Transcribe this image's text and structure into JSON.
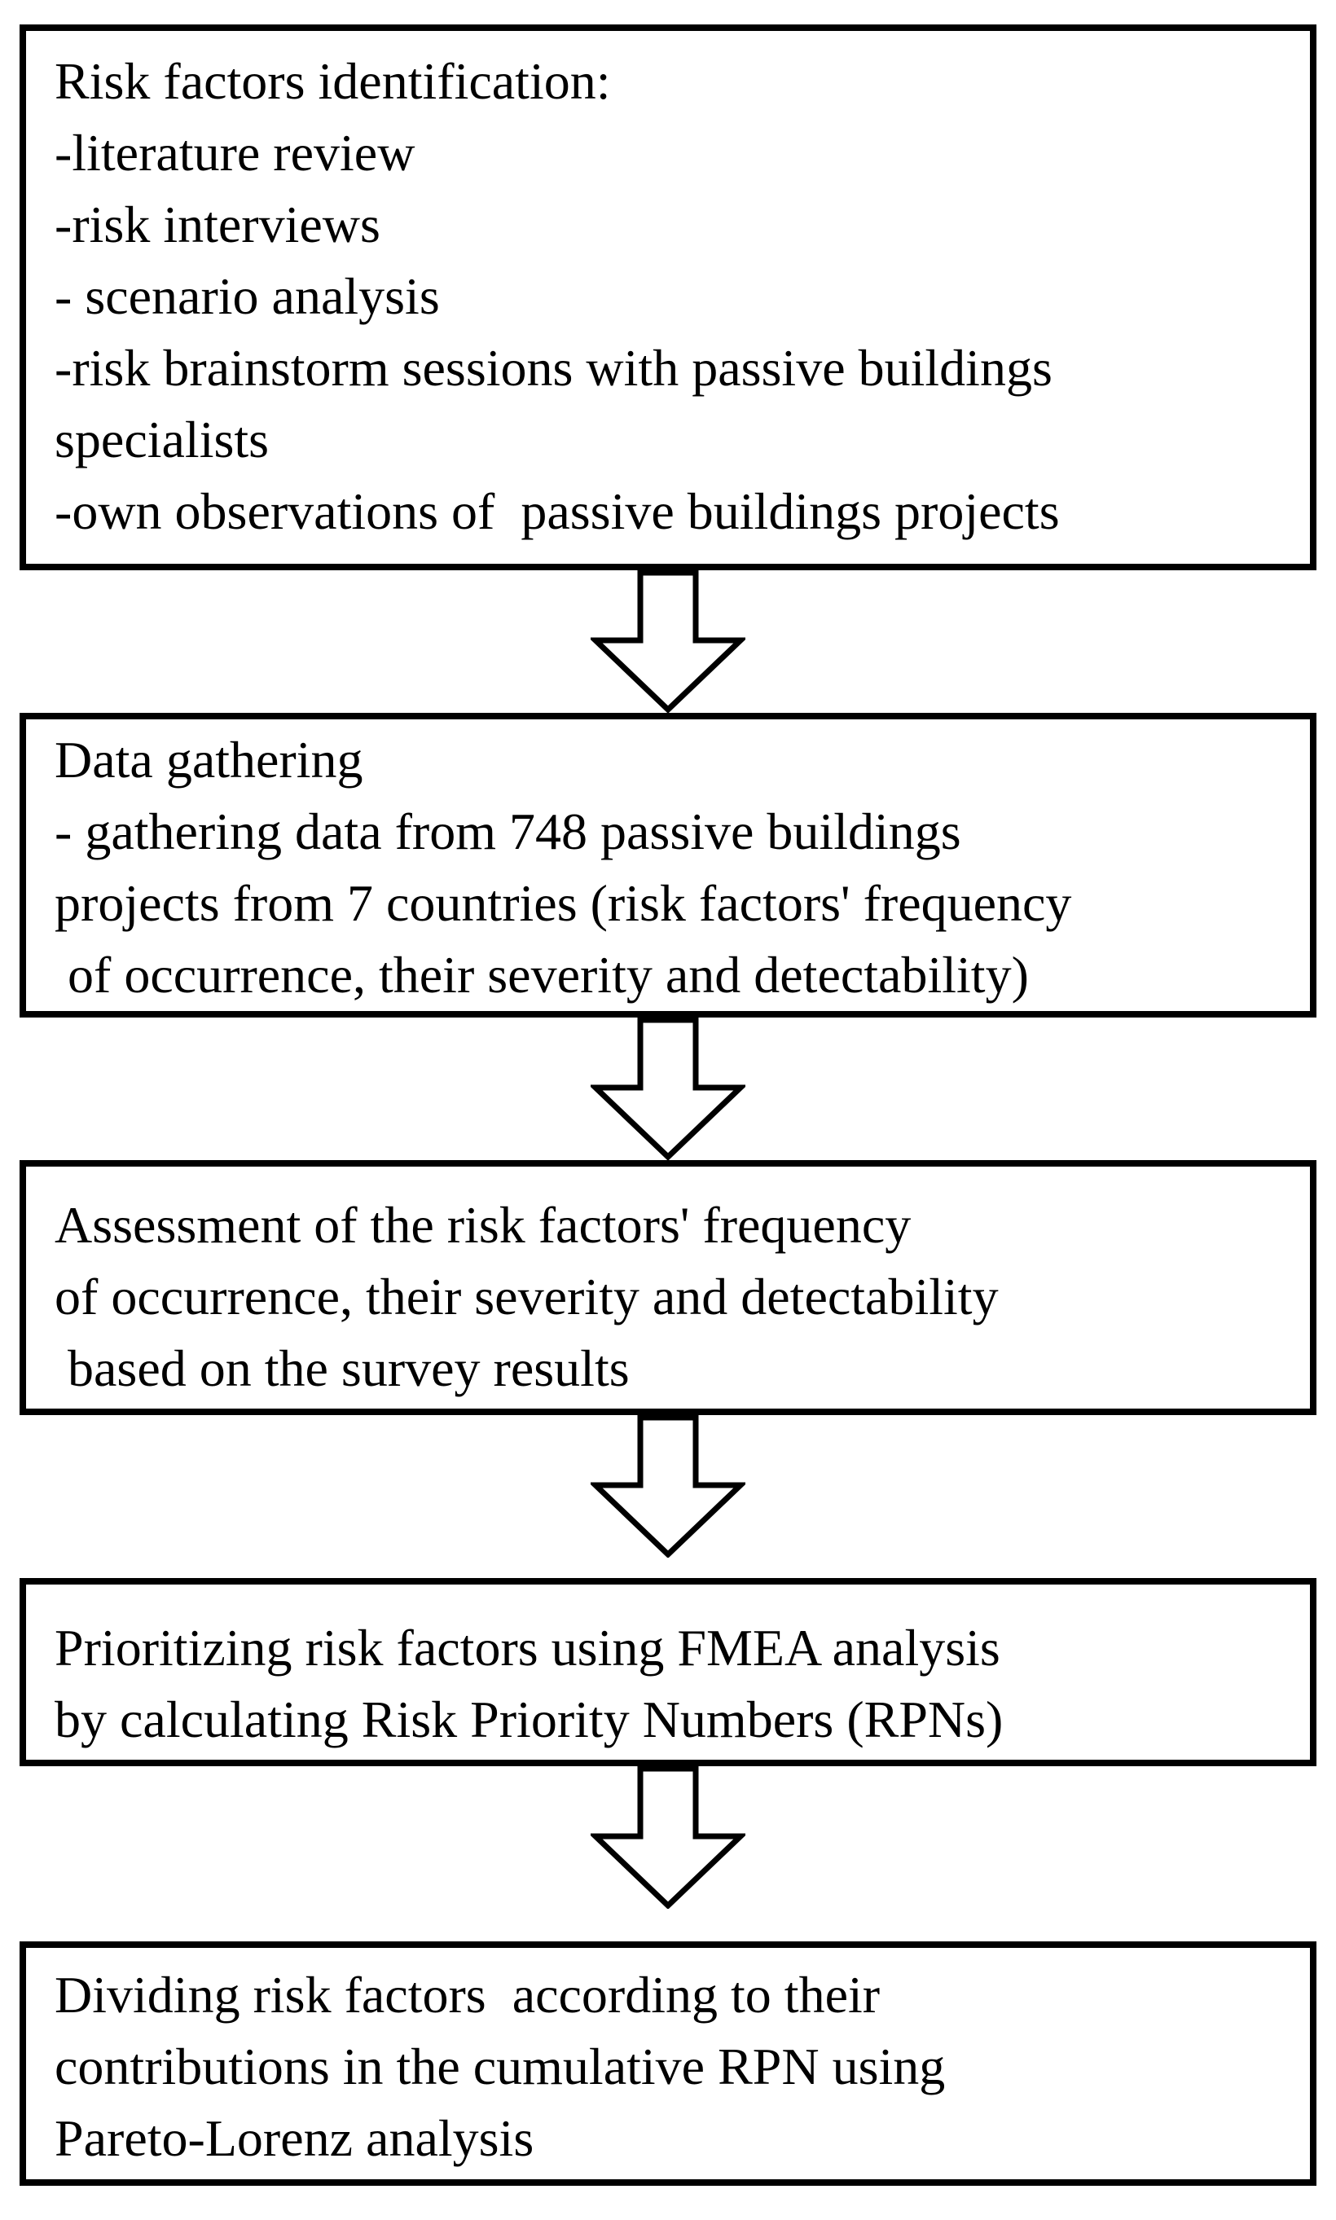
{
  "colors": {
    "background": "#ffffff",
    "box_border": "#000000",
    "text": "#000000",
    "arrow_outline": "#000000",
    "arrow_fill": "#ffffff"
  },
  "flow": {
    "connector": "down-arrow",
    "steps": [
      {
        "lines": [
          "Risk factors identification:",
          "-literature review",
          "-risk interviews",
          "- scenario analysis",
          "-risk brainstorm sessions with passive buildings",
          "specialists",
          "-own observations of  passive buildings projects"
        ]
      },
      {
        "lines": [
          "Data gathering",
          "- gathering data from 748 passive buildings",
          "projects from 7 countries (risk factors' frequency",
          " of occurrence, their severity and detectability)"
        ]
      },
      {
        "lines": [
          "Assessment of the risk factors' frequency",
          "of occurrence, their severity and detectability",
          " based on the survey results"
        ]
      },
      {
        "lines": [
          "Prioritizing risk factors using FMEA analysis",
          "by calculating Risk Priority Numbers (RPNs)"
        ]
      },
      {
        "lines": [
          "Dividing risk factors  according to their",
          "contributions in the cumulative RPN using",
          "Pareto-Lorenz analysis"
        ]
      }
    ]
  }
}
